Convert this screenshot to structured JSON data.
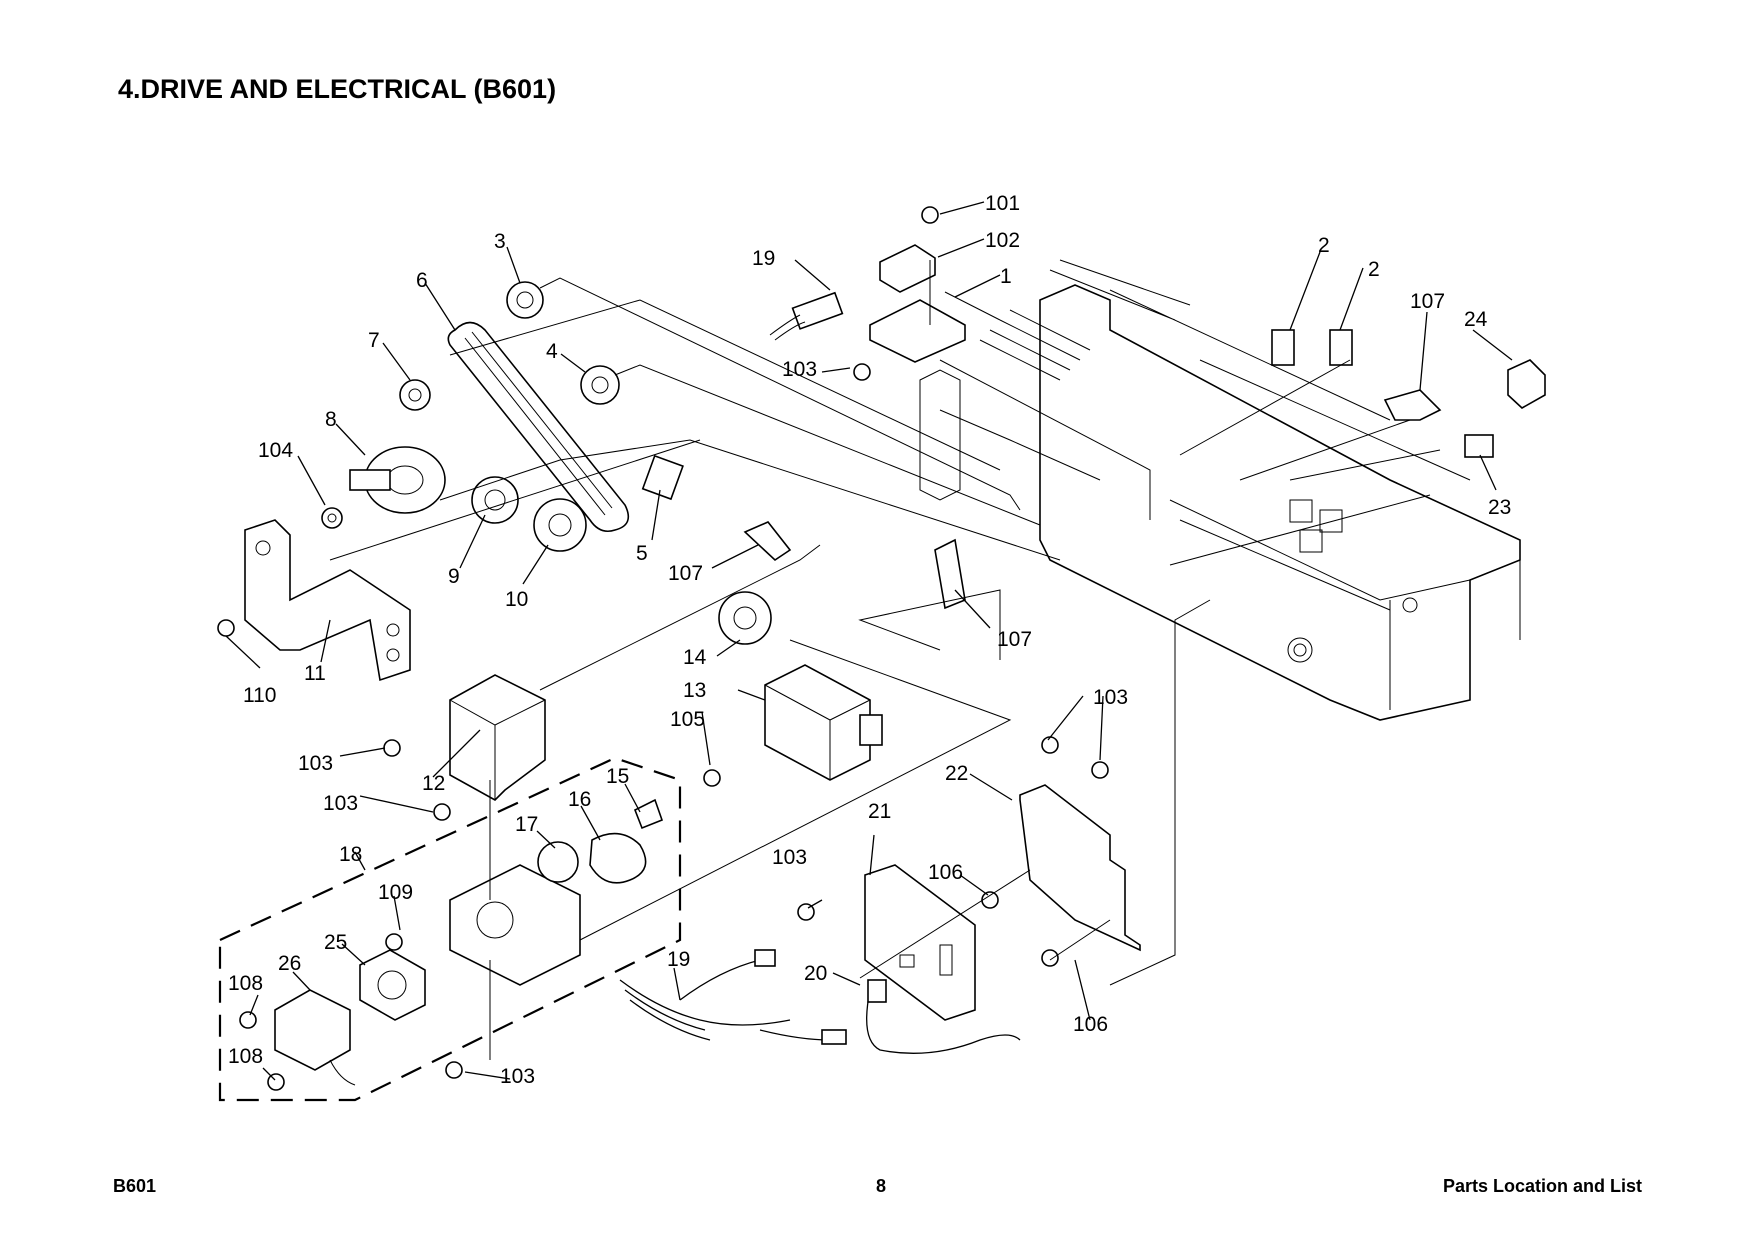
{
  "header": {
    "title": "4.DRIVE AND ELECTRICAL (B601)"
  },
  "footer": {
    "left": "B601",
    "center": "8",
    "right": "Parts Location and List"
  },
  "callouts": [
    "101",
    "102",
    "1",
    "19",
    "3",
    "6",
    "7",
    "4",
    "8",
    "104",
    "103",
    "2",
    "2",
    "107",
    "24",
    "9",
    "10",
    "5",
    "107",
    "23",
    "110",
    "11",
    "14",
    "107",
    "13",
    "105",
    "103",
    "12",
    "22",
    "103",
    "103",
    "15",
    "16",
    "17",
    "18",
    "21",
    "103",
    "106",
    "109",
    "25",
    "26",
    "108",
    "19",
    "20",
    "106",
    "108",
    "103"
  ]
}
